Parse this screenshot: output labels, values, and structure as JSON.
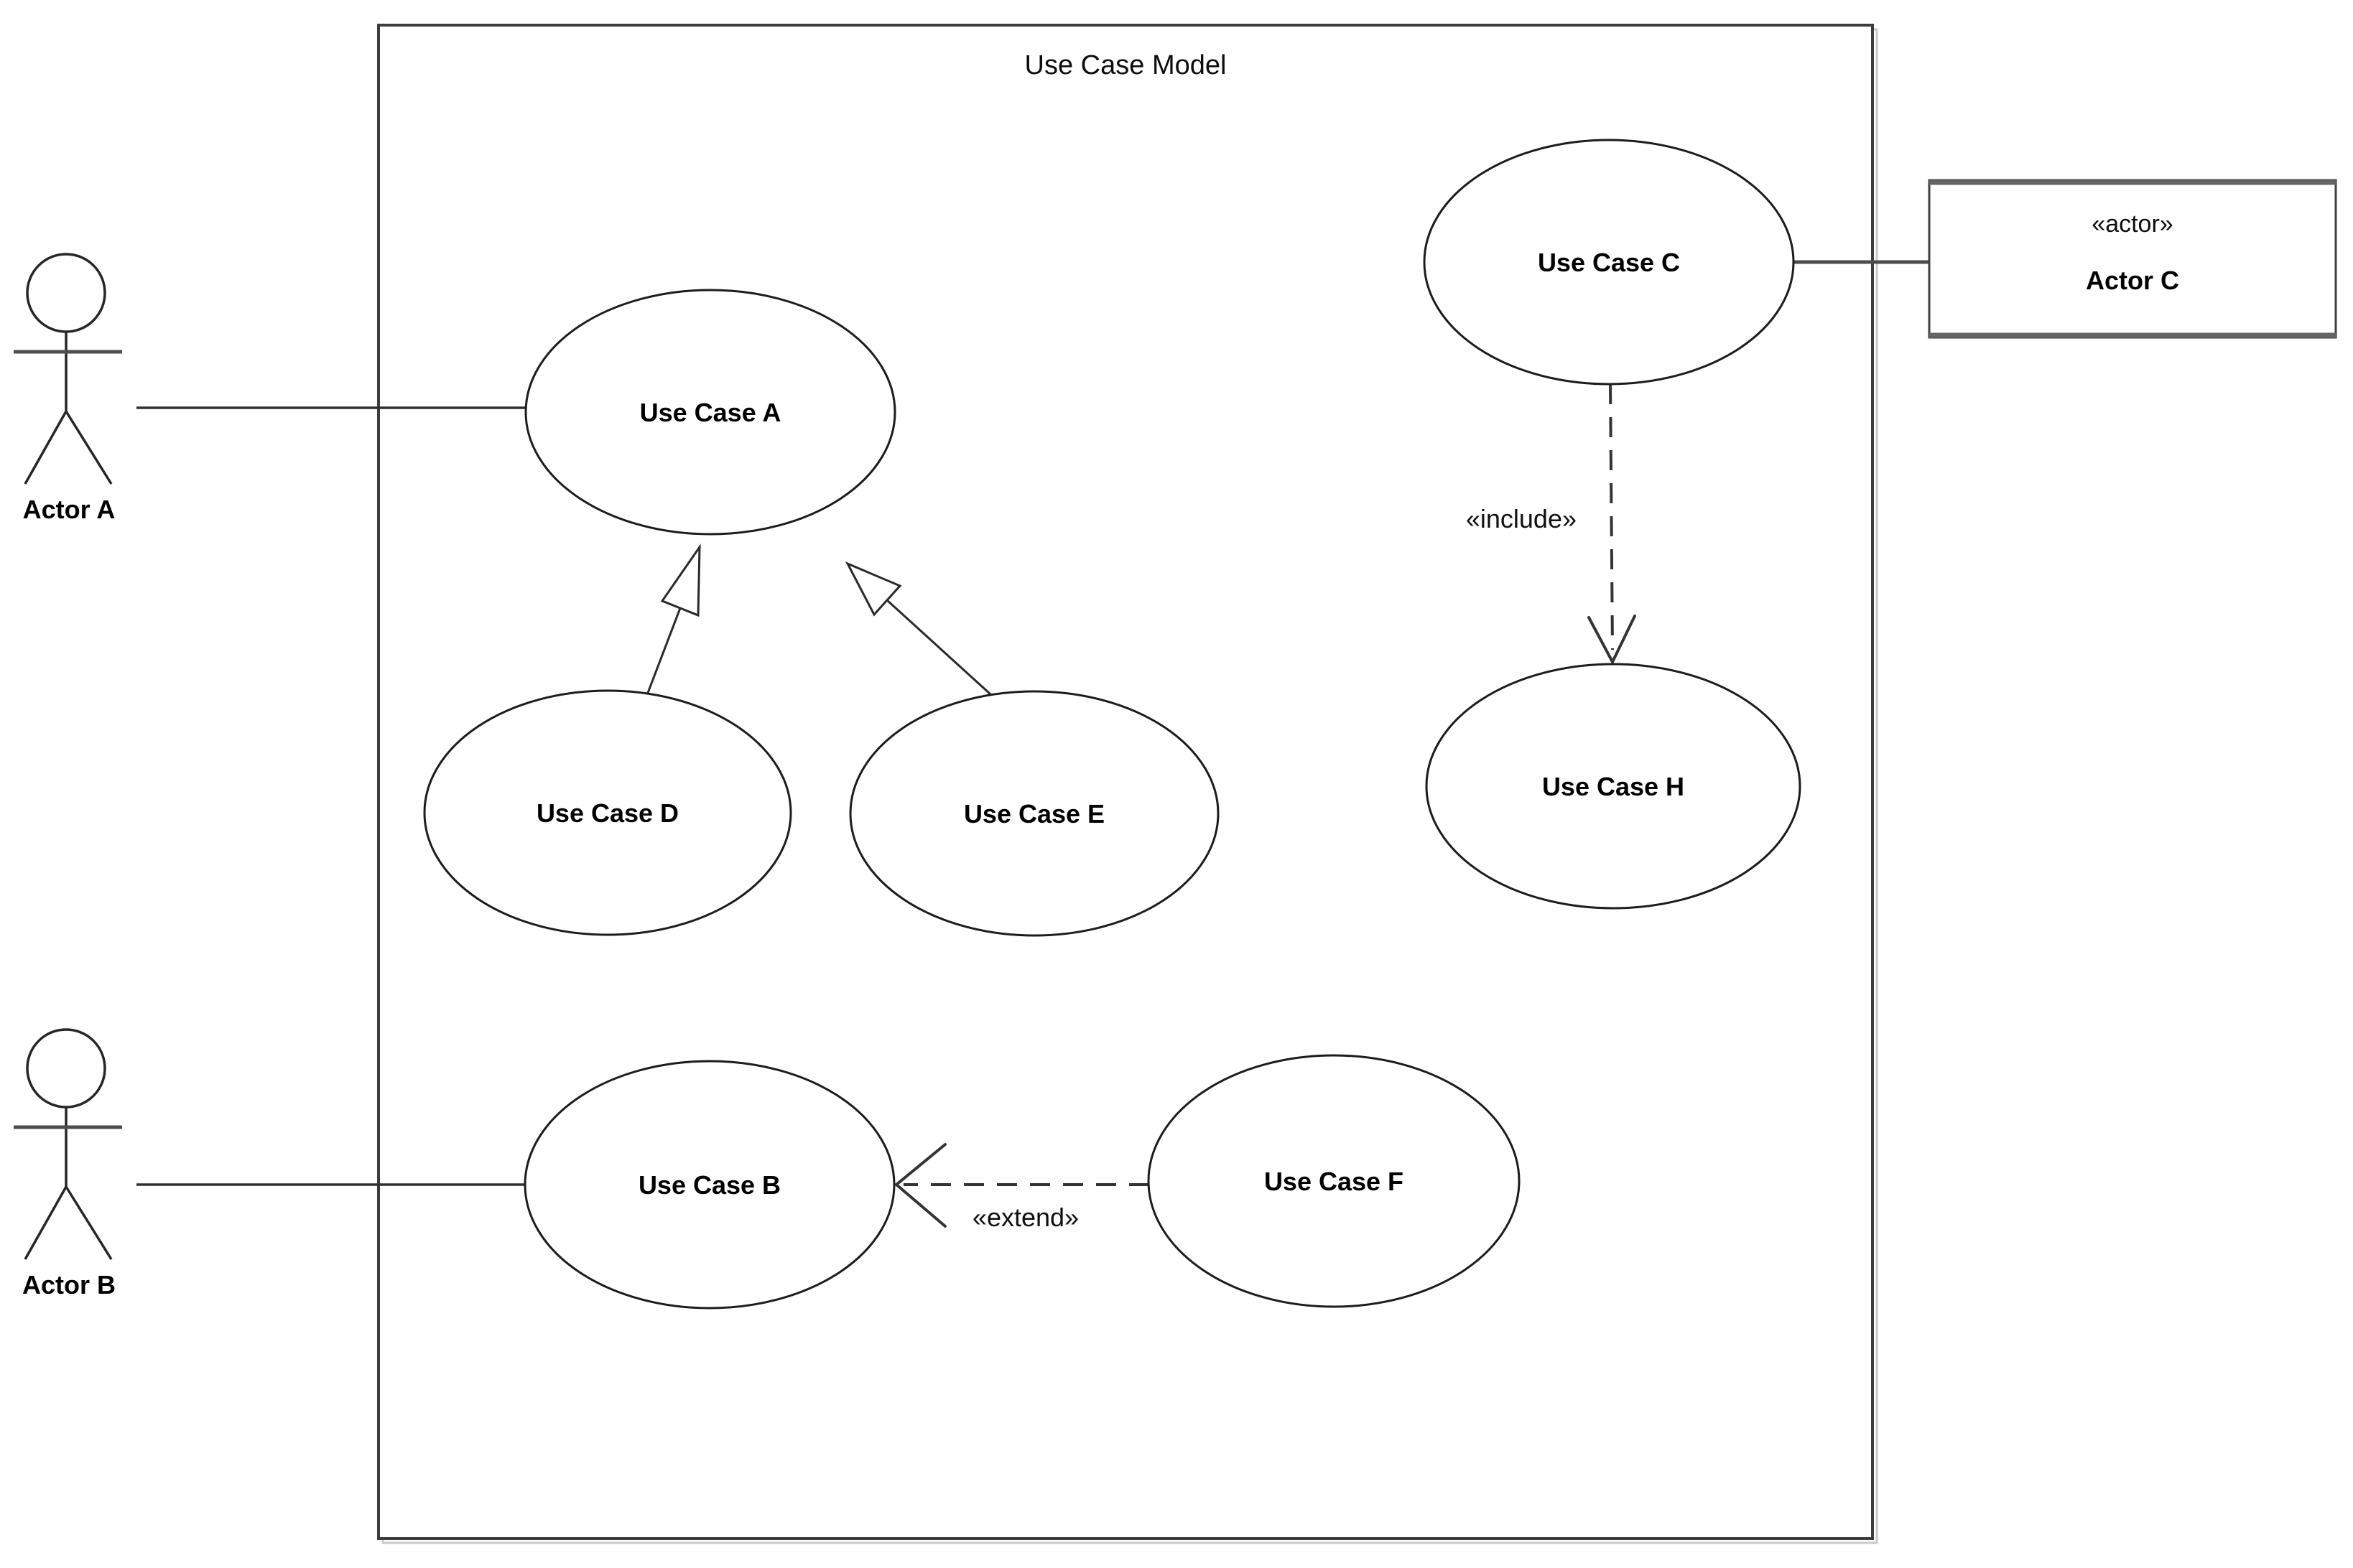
{
  "title": "Use Case Model",
  "actors": {
    "actor_a": {
      "label": "Actor A"
    },
    "actor_b": {
      "label": "Actor B"
    },
    "actor_c": {
      "stereotype": "«actor»",
      "label": "Actor C"
    }
  },
  "use_cases": {
    "a": {
      "label": "Use Case A"
    },
    "b": {
      "label": "Use Case B"
    },
    "c": {
      "label": "Use Case C"
    },
    "d": {
      "label": "Use Case D"
    },
    "e": {
      "label": "Use Case E"
    },
    "f": {
      "label": "Use Case F"
    },
    "h": {
      "label": "Use Case H"
    }
  },
  "relationships": {
    "include": {
      "label": "«include»",
      "type": "include",
      "from": "Use Case C",
      "to": "Use Case H"
    },
    "extend": {
      "label": "«extend»",
      "type": "extend",
      "from": "Use Case F",
      "to": "Use Case B"
    },
    "generalization_d": {
      "type": "generalization",
      "from": "Use Case D",
      "to": "Use Case A"
    },
    "generalization_e": {
      "type": "generalization",
      "from": "Use Case E",
      "to": "Use Case A"
    },
    "assoc_actor_a": {
      "type": "association",
      "from": "Actor A",
      "to": "Use Case A"
    },
    "assoc_actor_b": {
      "type": "association",
      "from": "Actor B",
      "to": "Use Case B"
    },
    "assoc_actor_c": {
      "type": "association",
      "from": "Use Case C",
      "to": "Actor C"
    }
  },
  "colors": {
    "background": "#ffffff",
    "shape_stroke": "#1c1c1c",
    "frame_border": "#3c3c3c",
    "text": "#000000"
  }
}
